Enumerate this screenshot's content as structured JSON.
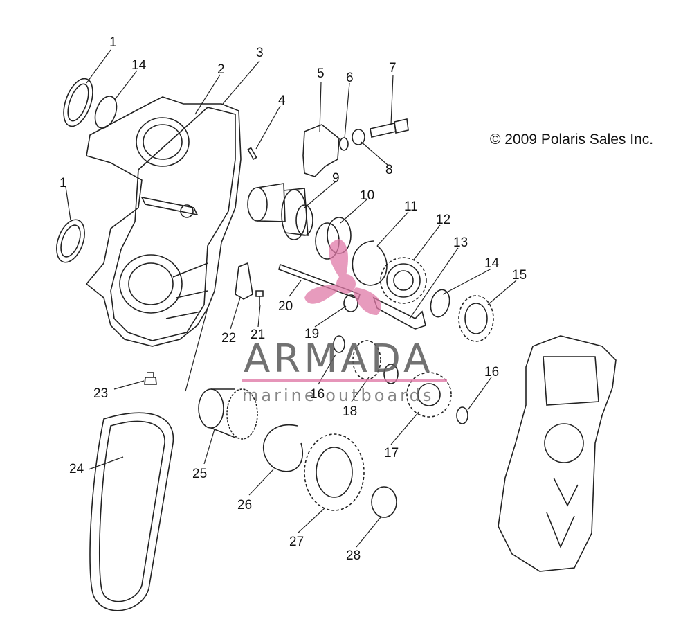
{
  "copyright": "© 2009 Polaris Sales Inc.",
  "watermark": {
    "title": "ARMADA",
    "subtitle": "marine outboards",
    "accent_color": "#e07aa8"
  },
  "callouts": [
    "1",
    "14",
    "2",
    "3",
    "4",
    "5",
    "6",
    "7",
    "8",
    "1",
    "9",
    "10",
    "11",
    "12",
    "13",
    "14",
    "15",
    "20",
    "19",
    "22",
    "21",
    "16",
    "16",
    "18",
    "17",
    "23",
    "25",
    "26",
    "24",
    "27",
    "28"
  ]
}
